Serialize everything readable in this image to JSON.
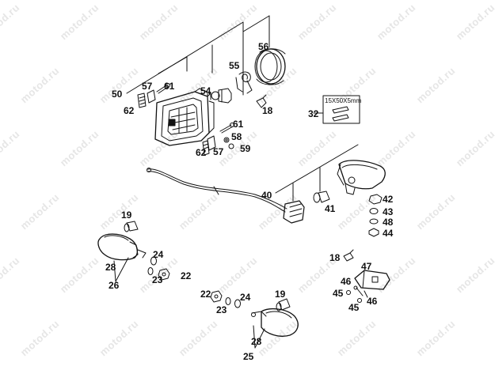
{
  "watermark": "motod.ru",
  "box_label": "15X50X5mm",
  "part_numbers": {
    "p50": "50",
    "p57a": "57",
    "p61a": "61",
    "p62a": "62",
    "p54": "54",
    "p55": "55",
    "p56": "56",
    "p18a": "18",
    "p32": "32",
    "p61b": "61",
    "p58": "58",
    "p59": "59",
    "p62b": "62",
    "p57b": "57",
    "p40": "40",
    "p41": "41",
    "p42": "42",
    "p43": "43",
    "p48": "48",
    "p44": "44",
    "p19a": "19",
    "p28a": "28",
    "p26": "26",
    "p24a": "24",
    "p23a": "23",
    "p22a": "22",
    "p18b": "18",
    "p47": "47",
    "p46a": "46",
    "p45a": "45",
    "p45b": "45",
    "p46b": "46",
    "p22b": "22",
    "p24b": "24",
    "p23b": "23",
    "p19b": "19",
    "p28b": "28",
    "p25": "25"
  }
}
